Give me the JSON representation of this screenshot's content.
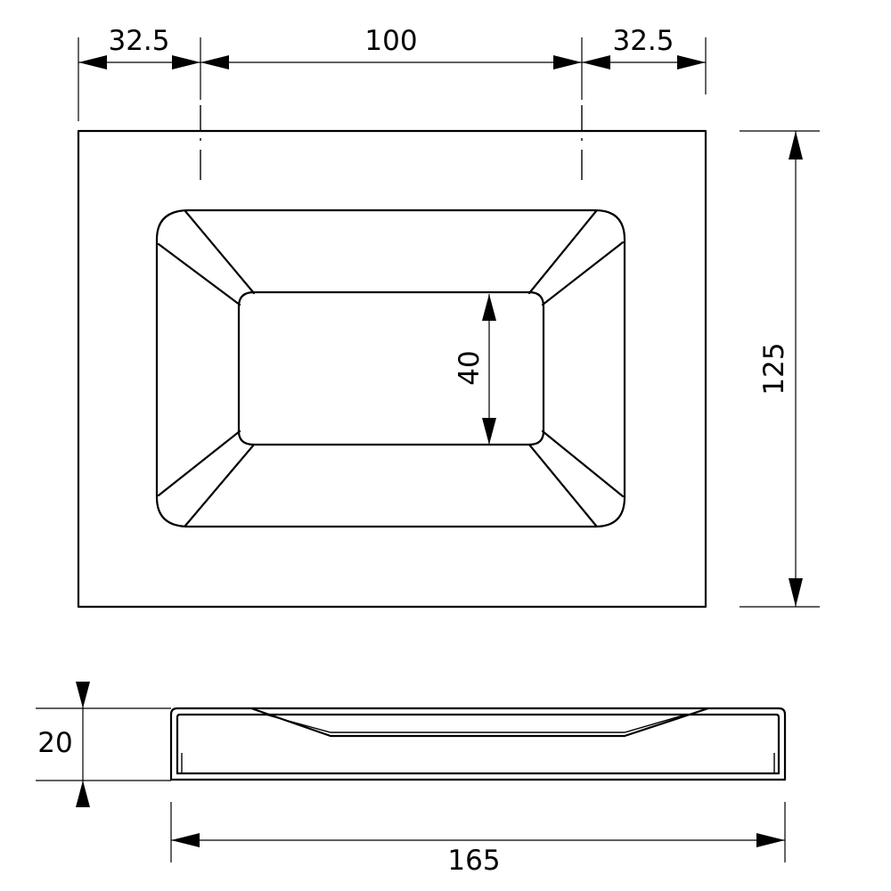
{
  "dimensions": {
    "left_offset": "32.5",
    "center_span": "100",
    "right_offset": "32.5",
    "height": "125",
    "inner_height": "40",
    "thickness": "20",
    "width": "165"
  }
}
